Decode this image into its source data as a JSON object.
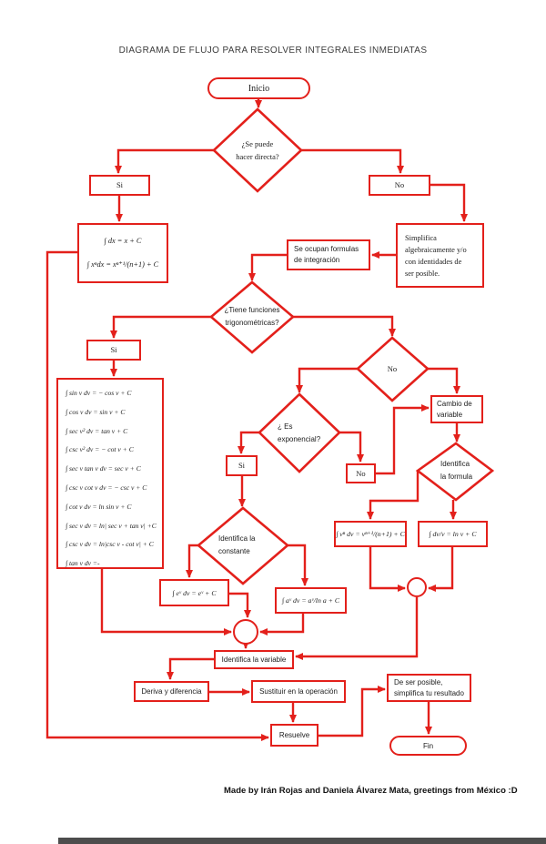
{
  "page": {
    "title": "DIAGRAMA DE FLUJO PARA RESOLVER INTEGRALES INMEDIATAS",
    "credits": "Made by Irán Rojas and Daniela Álvarez Mata, greetings from México :D"
  },
  "colors": {
    "flowchart_red": "#e3201b",
    "text_ink": "#1c1c1c",
    "page_edge_gray": "#4d4d4d"
  },
  "nodes": {
    "inicio": {
      "label": "Inicio"
    },
    "q_directa": {
      "lines": [
        "¿Se puede",
        "hacer directa?"
      ]
    },
    "si1": {
      "label": "Si"
    },
    "no1": {
      "label": "No"
    },
    "basic_formulas": {
      "lines": [
        "∫ dx = x + C",
        "∫ xⁿdx = xⁿ⁺¹/(n+1) + C"
      ]
    },
    "simplifica": {
      "lines": [
        "Simplifica",
        "algebraicamente  y/o",
        "con identidades de",
        "ser posible."
      ]
    },
    "se_ocupan": {
      "lines": [
        "Se ocupan formulas",
        "de integración"
      ]
    },
    "q_trig": {
      "lines": [
        "¿Tiene funciones",
        "trigonométricas?"
      ]
    },
    "si2": {
      "label": "Si"
    },
    "trig_formulas": {
      "lines": [
        "∫ sin v dv = − cos v + C",
        "∫ cos v dv = sin v + C",
        "∫ sec v² dv = tan v + C",
        "∫ csc v² dv = − cot v + C",
        "∫ sec v tan v dv = sec v + C",
        "∫ csc v cot v dv = − csc v + C",
        "∫ cot v dv = ln sin v + C",
        "∫ sec v dv = ln| sec v + tan v| +C",
        "∫ csc v dv = ln|csc v - cot v| + C",
        "∫ tan v dv =-"
      ]
    },
    "no_trig": {
      "label": "No"
    },
    "q_exponencial": {
      "lines": [
        "¿ Es",
        "exponencial?"
      ]
    },
    "cambio_variable": {
      "lines": [
        "Cambio de",
        "variable"
      ]
    },
    "si3": {
      "label": "Si"
    },
    "no2": {
      "label": "No"
    },
    "identifica_formula": {
      "lines": [
        "Identifica",
        "la formula"
      ]
    },
    "identifica_constante": {
      "lines": [
        "Identifica la",
        "constante"
      ]
    },
    "vn_formula": {
      "label": "∫ vⁿ dv = vⁿ⁺¹/(n+1) + C"
    },
    "dvv_formula": {
      "label": "∫ dv/v = ln v + C"
    },
    "ev_formula": {
      "label": "∫ eᵛ dv = eᵛ + C"
    },
    "av_formula": {
      "label": "∫ aᵛ dv = aᵛ/ln a + C"
    },
    "identifica_variable": {
      "label": "Identifica la variable"
    },
    "deriva": {
      "label": "Deriva y diferencia"
    },
    "sustituir": {
      "label": "Sustituir en la operación"
    },
    "de_ser_posible": {
      "lines": [
        "De ser posible,",
        "simplifica tu resultado"
      ]
    },
    "resuelve": {
      "label": "Resuelve"
    },
    "fin": {
      "label": "Fin"
    }
  }
}
